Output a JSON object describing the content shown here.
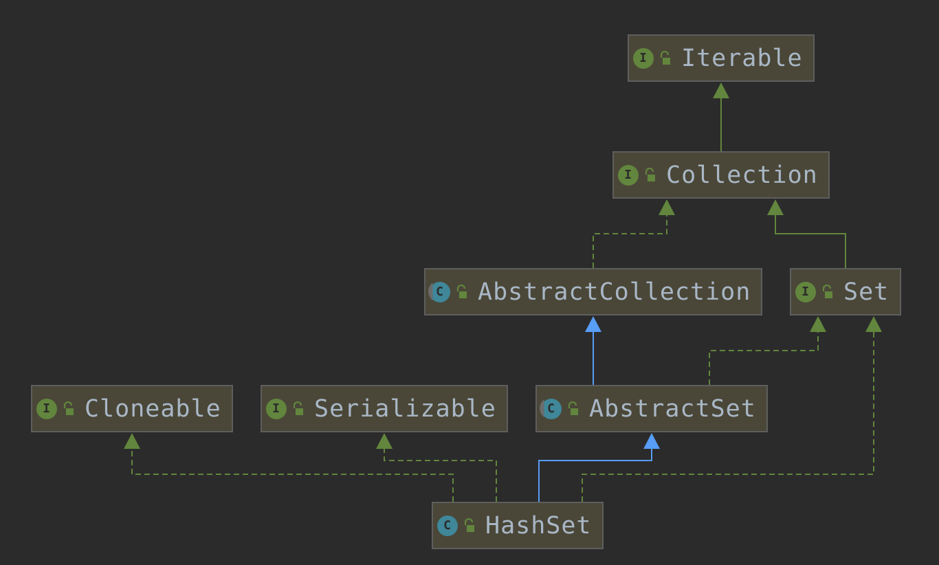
{
  "diagram": {
    "colors": {
      "background": "#2b2b2b",
      "node_fill": "#4a4738",
      "node_border": "#5e5e5e",
      "text": "#a9b7c6",
      "interface_badge": "#62863d",
      "class_badge": "#3f8799",
      "implements_edge": "#62863d",
      "extends_edge": "#589df6"
    },
    "nodes": {
      "iterable": {
        "label": "Iterable",
        "kind": "interface",
        "badge": "I"
      },
      "collection": {
        "label": "Collection",
        "kind": "interface",
        "badge": "I"
      },
      "abstract_collection": {
        "label": "AbstractCollection",
        "kind": "abstract-class",
        "badge": "C"
      },
      "set": {
        "label": "Set",
        "kind": "interface",
        "badge": "I"
      },
      "cloneable": {
        "label": "Cloneable",
        "kind": "interface",
        "badge": "I"
      },
      "serializable": {
        "label": "Serializable",
        "kind": "interface",
        "badge": "I"
      },
      "abstract_set": {
        "label": "AbstractSet",
        "kind": "abstract-class",
        "badge": "C"
      },
      "hashset": {
        "label": "HashSet",
        "kind": "class",
        "badge": "C"
      }
    },
    "edges": [
      {
        "from": "Collection",
        "to": "Iterable",
        "type": "extends-interface"
      },
      {
        "from": "AbstractCollection",
        "to": "Collection",
        "type": "implements"
      },
      {
        "from": "Set",
        "to": "Collection",
        "type": "extends-interface"
      },
      {
        "from": "AbstractSet",
        "to": "AbstractCollection",
        "type": "extends"
      },
      {
        "from": "AbstractSet",
        "to": "Set",
        "type": "implements"
      },
      {
        "from": "HashSet",
        "to": "AbstractSet",
        "type": "extends"
      },
      {
        "from": "HashSet",
        "to": "Cloneable",
        "type": "implements"
      },
      {
        "from": "HashSet",
        "to": "Serializable",
        "type": "implements"
      },
      {
        "from": "HashSet",
        "to": "Set",
        "type": "implements"
      }
    ]
  }
}
